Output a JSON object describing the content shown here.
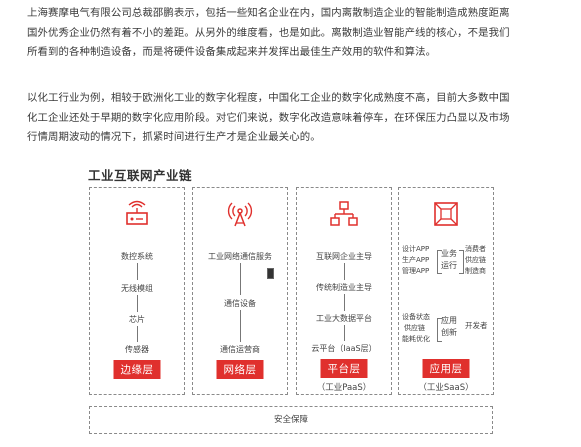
{
  "paragraphs": {
    "p1": [
      "上海赛摩电气有限公司总裁邵鹏表示，包括一些知名企业在内，国内离散制造企业的智能制造成熟度距离",
      "国外优秀企业仍然有着不小的差距。从另外的维度看，也是如此。离散制造业智能产线的核心，不是我们",
      "所看到的各种制造设备，而是将硬件设备集成起来并发挥出最佳生产效用的软件和算法。"
    ],
    "p2": [
      "以化工行业为例，相较于欧洲化工业的数字化程度，中国化工企业的数字化成熟度不高，目前大多数中国",
      "化工企业还处于早期的数字化应用阶段。对它们来说，数字化改造意味着停车，在环保压力凸显以及市场",
      "行情周期波动的情况下，抓紧时间进行生产才是企业最关心的。"
    ]
  },
  "diagram": {
    "title": "工业互联网产业链",
    "columns": [
      {
        "icon": "router-icon",
        "items": [
          "数控系统",
          "无线模组",
          "芯片",
          "传感器"
        ],
        "layer": "边缘层",
        "sub": ""
      },
      {
        "icon": "antenna-icon",
        "items": [
          "工业网络通信服务",
          "通信设备",
          "通信运营商"
        ],
        "layer": "网络层",
        "sub": ""
      },
      {
        "icon": "network-hierarchy-icon",
        "items": [
          "互联网企业主导",
          "传统制造业主导",
          "工业大数据平台",
          "云平台（IaaS层）"
        ],
        "layer": "平台层",
        "sub": "（工业PaaS）"
      },
      {
        "icon": "application-icon",
        "left_top": [
          "设计APP",
          "生产APP",
          "管理APP"
        ],
        "mid_top": [
          "业务",
          "运行"
        ],
        "right_top": [
          "消费者",
          "供应链",
          "制造商"
        ],
        "left_bottom": [
          "设备状态",
          "供应链",
          "能耗优化"
        ],
        "mid_bottom": [
          "应用",
          "创新"
        ],
        "right_bottom": "开发者",
        "layer": "应用层",
        "sub": "（工业SaaS）"
      }
    ],
    "security": "安全保障",
    "accent_color": "#e0302d"
  }
}
